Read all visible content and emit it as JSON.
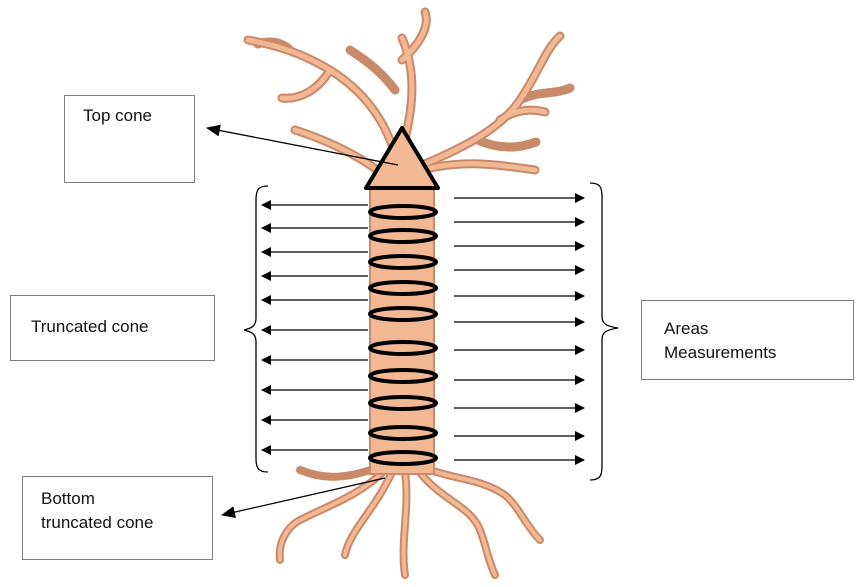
{
  "labels": {
    "top_cone": "Top cone",
    "truncated_cone": "Truncated cone",
    "areas_line1": "Areas",
    "areas_line2": "Measurements",
    "bottom_line1": "Bottom",
    "bottom_line2": "truncated cone"
  },
  "colors": {
    "trunk_fill": "#f2b894",
    "trunk_stroke": "#c98a6a",
    "ring": "#000000",
    "box_border": "#7f7f7f"
  },
  "icons": [
    "tree-illustration",
    "triangle-cone",
    "ring-disk",
    "arrow",
    "curly-brace"
  ]
}
